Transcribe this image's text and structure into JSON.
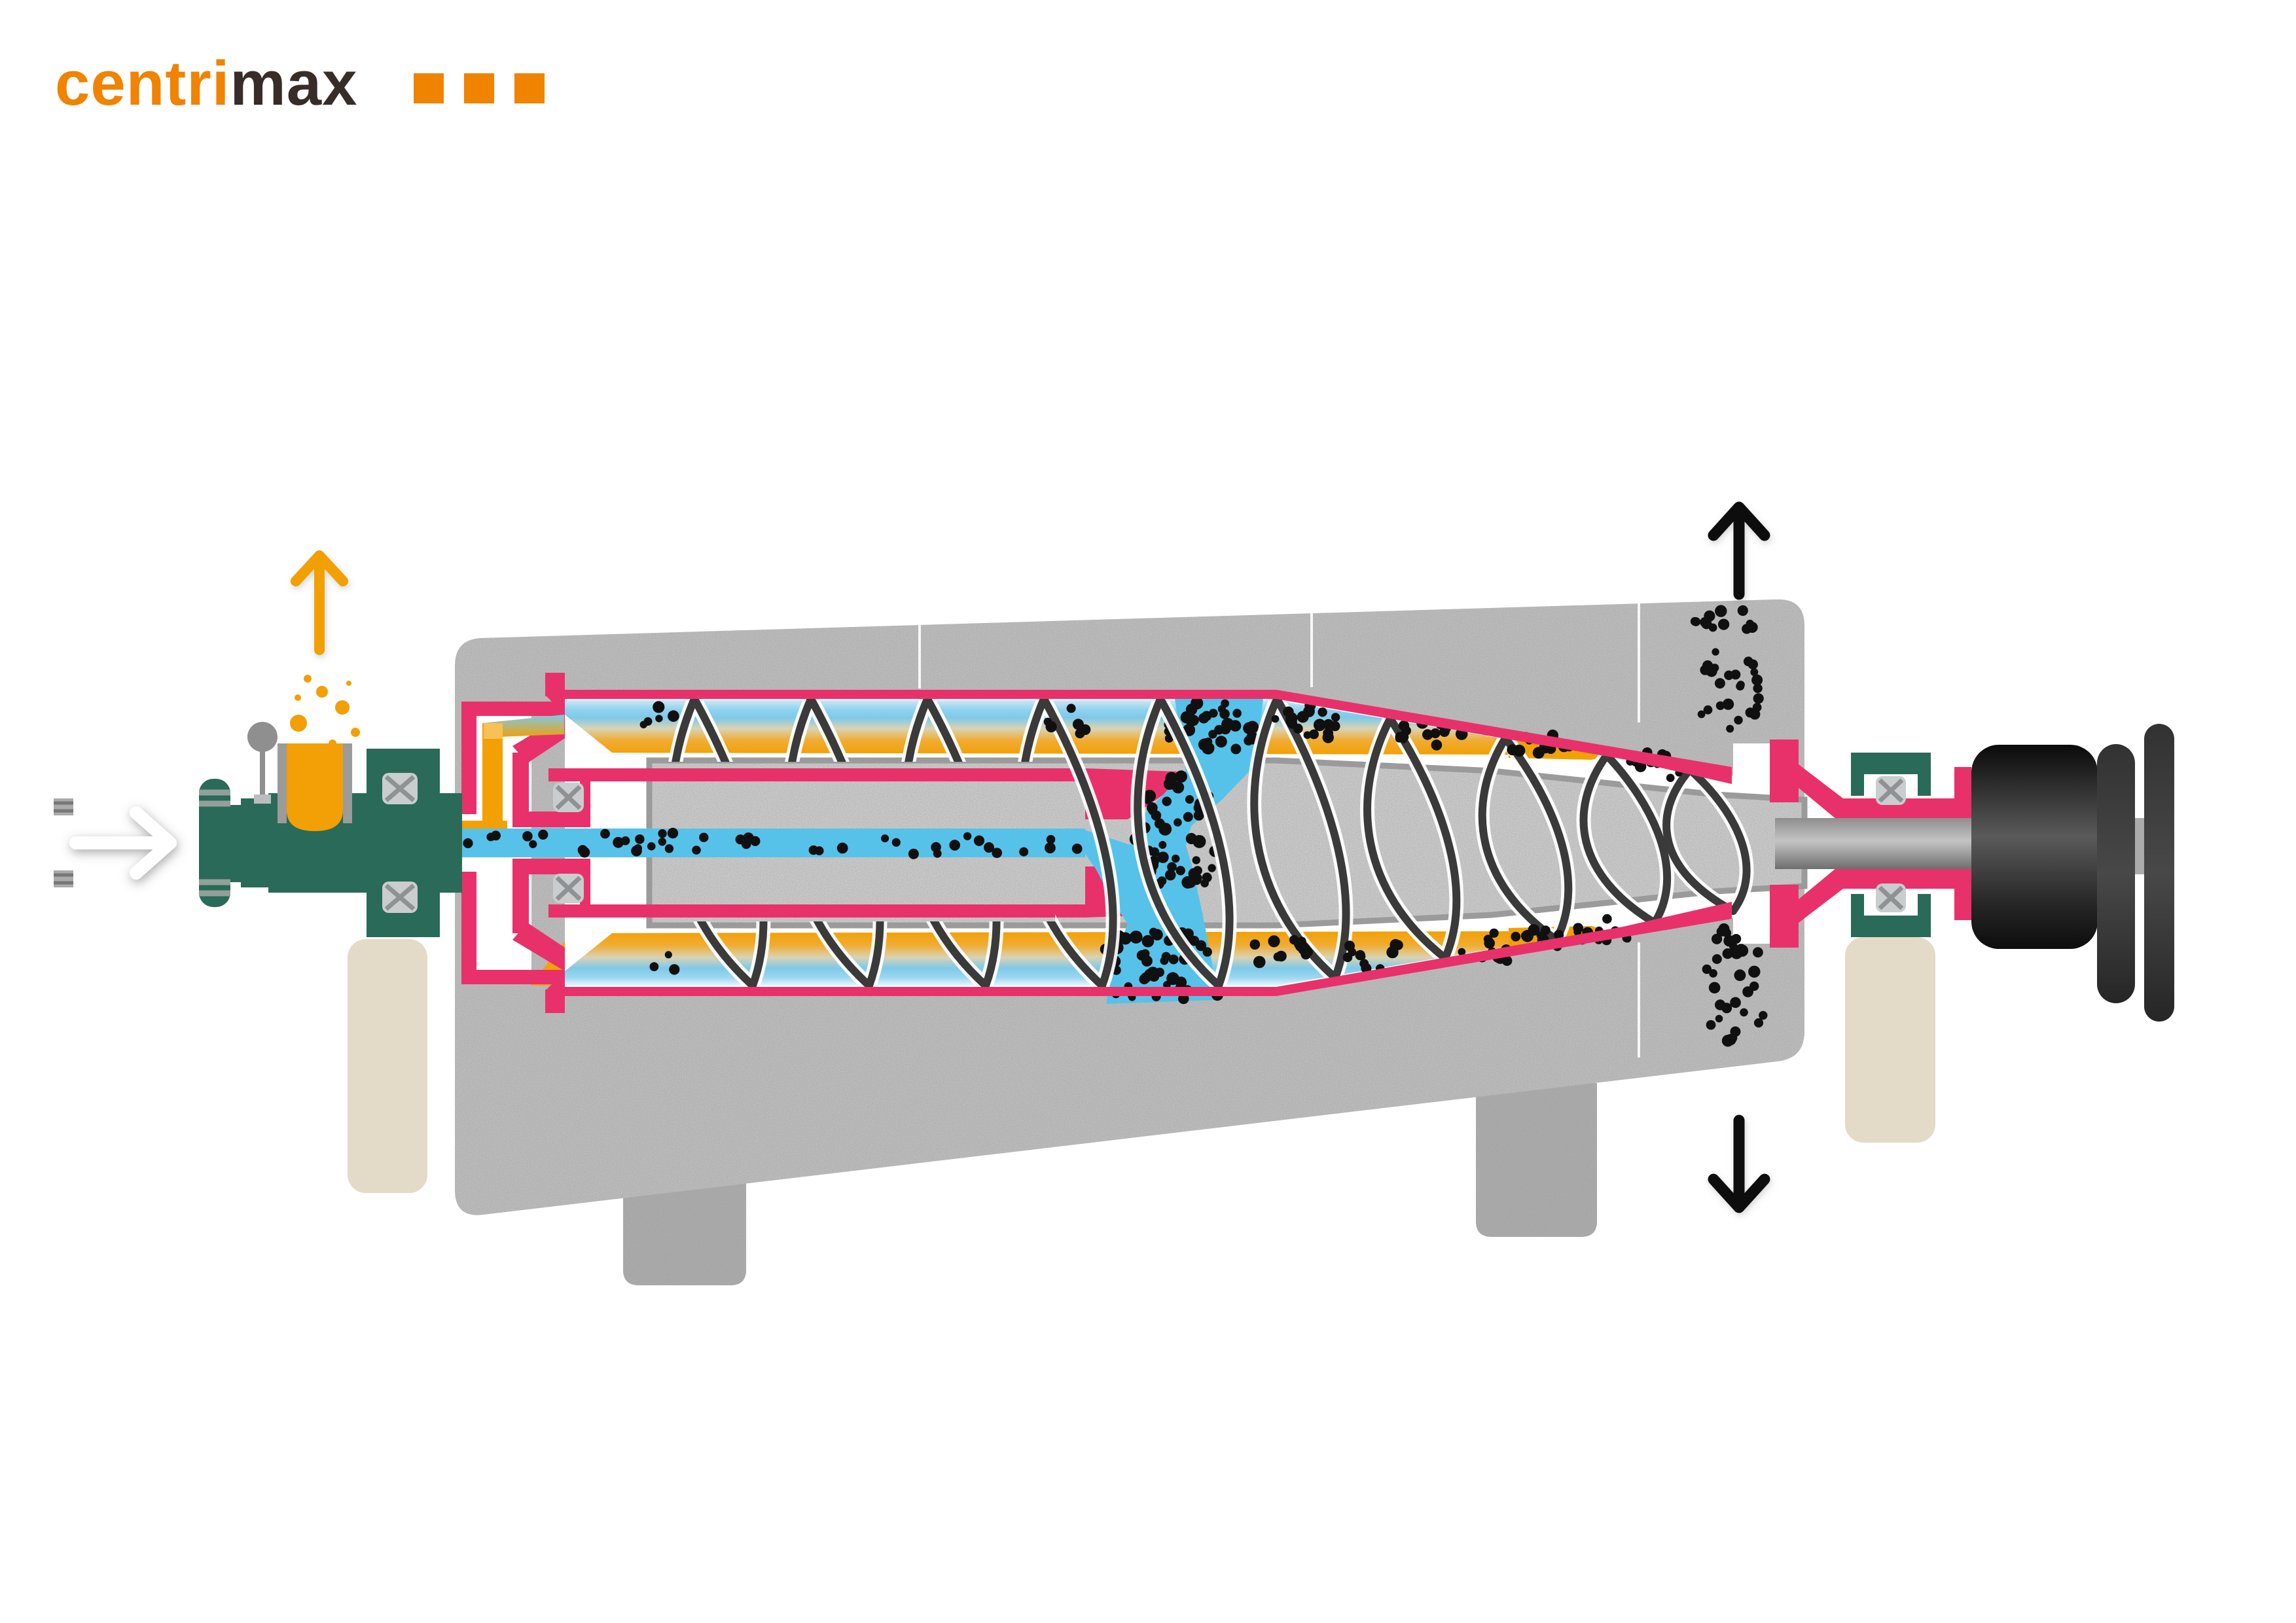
{
  "logo": {
    "text_primary": "centri",
    "text_secondary": "max",
    "squares_count": 3
  },
  "icons": {
    "feed_inlet": "arrow-right-white",
    "liquid_discharge": "arrow-up-orange",
    "liquid_droplets": "droplets-orange",
    "solids_discharge_top": "arrow-up-black",
    "solids_discharge_bottom": "arrow-down-black",
    "bearing": "boxed-x-bearing-symbol",
    "valve": "ball-valve-gray"
  },
  "colors": {
    "brand_orange": "#F08300",
    "brand_dark": "#372C28",
    "pink": "#E8316B",
    "orange": "#F2A005",
    "orange_light": "#F9C056",
    "blue": "#56C2EA",
    "blue_light": "#7EC9E9",
    "teal": "#2A6A58",
    "housing_gray": "#C9C9C9",
    "foot_gray": "#B2B2B2",
    "beige": "#E4DAC8",
    "hub_gray": "#DBDBDB",
    "outline_gray": "#9B9B9B",
    "scroll_dark": "#3A3A3A",
    "bearing_gray": "#C9CDCE",
    "bearing_x": "#8E9295",
    "dot_black": "#101010",
    "white": "#FFFFFF"
  }
}
